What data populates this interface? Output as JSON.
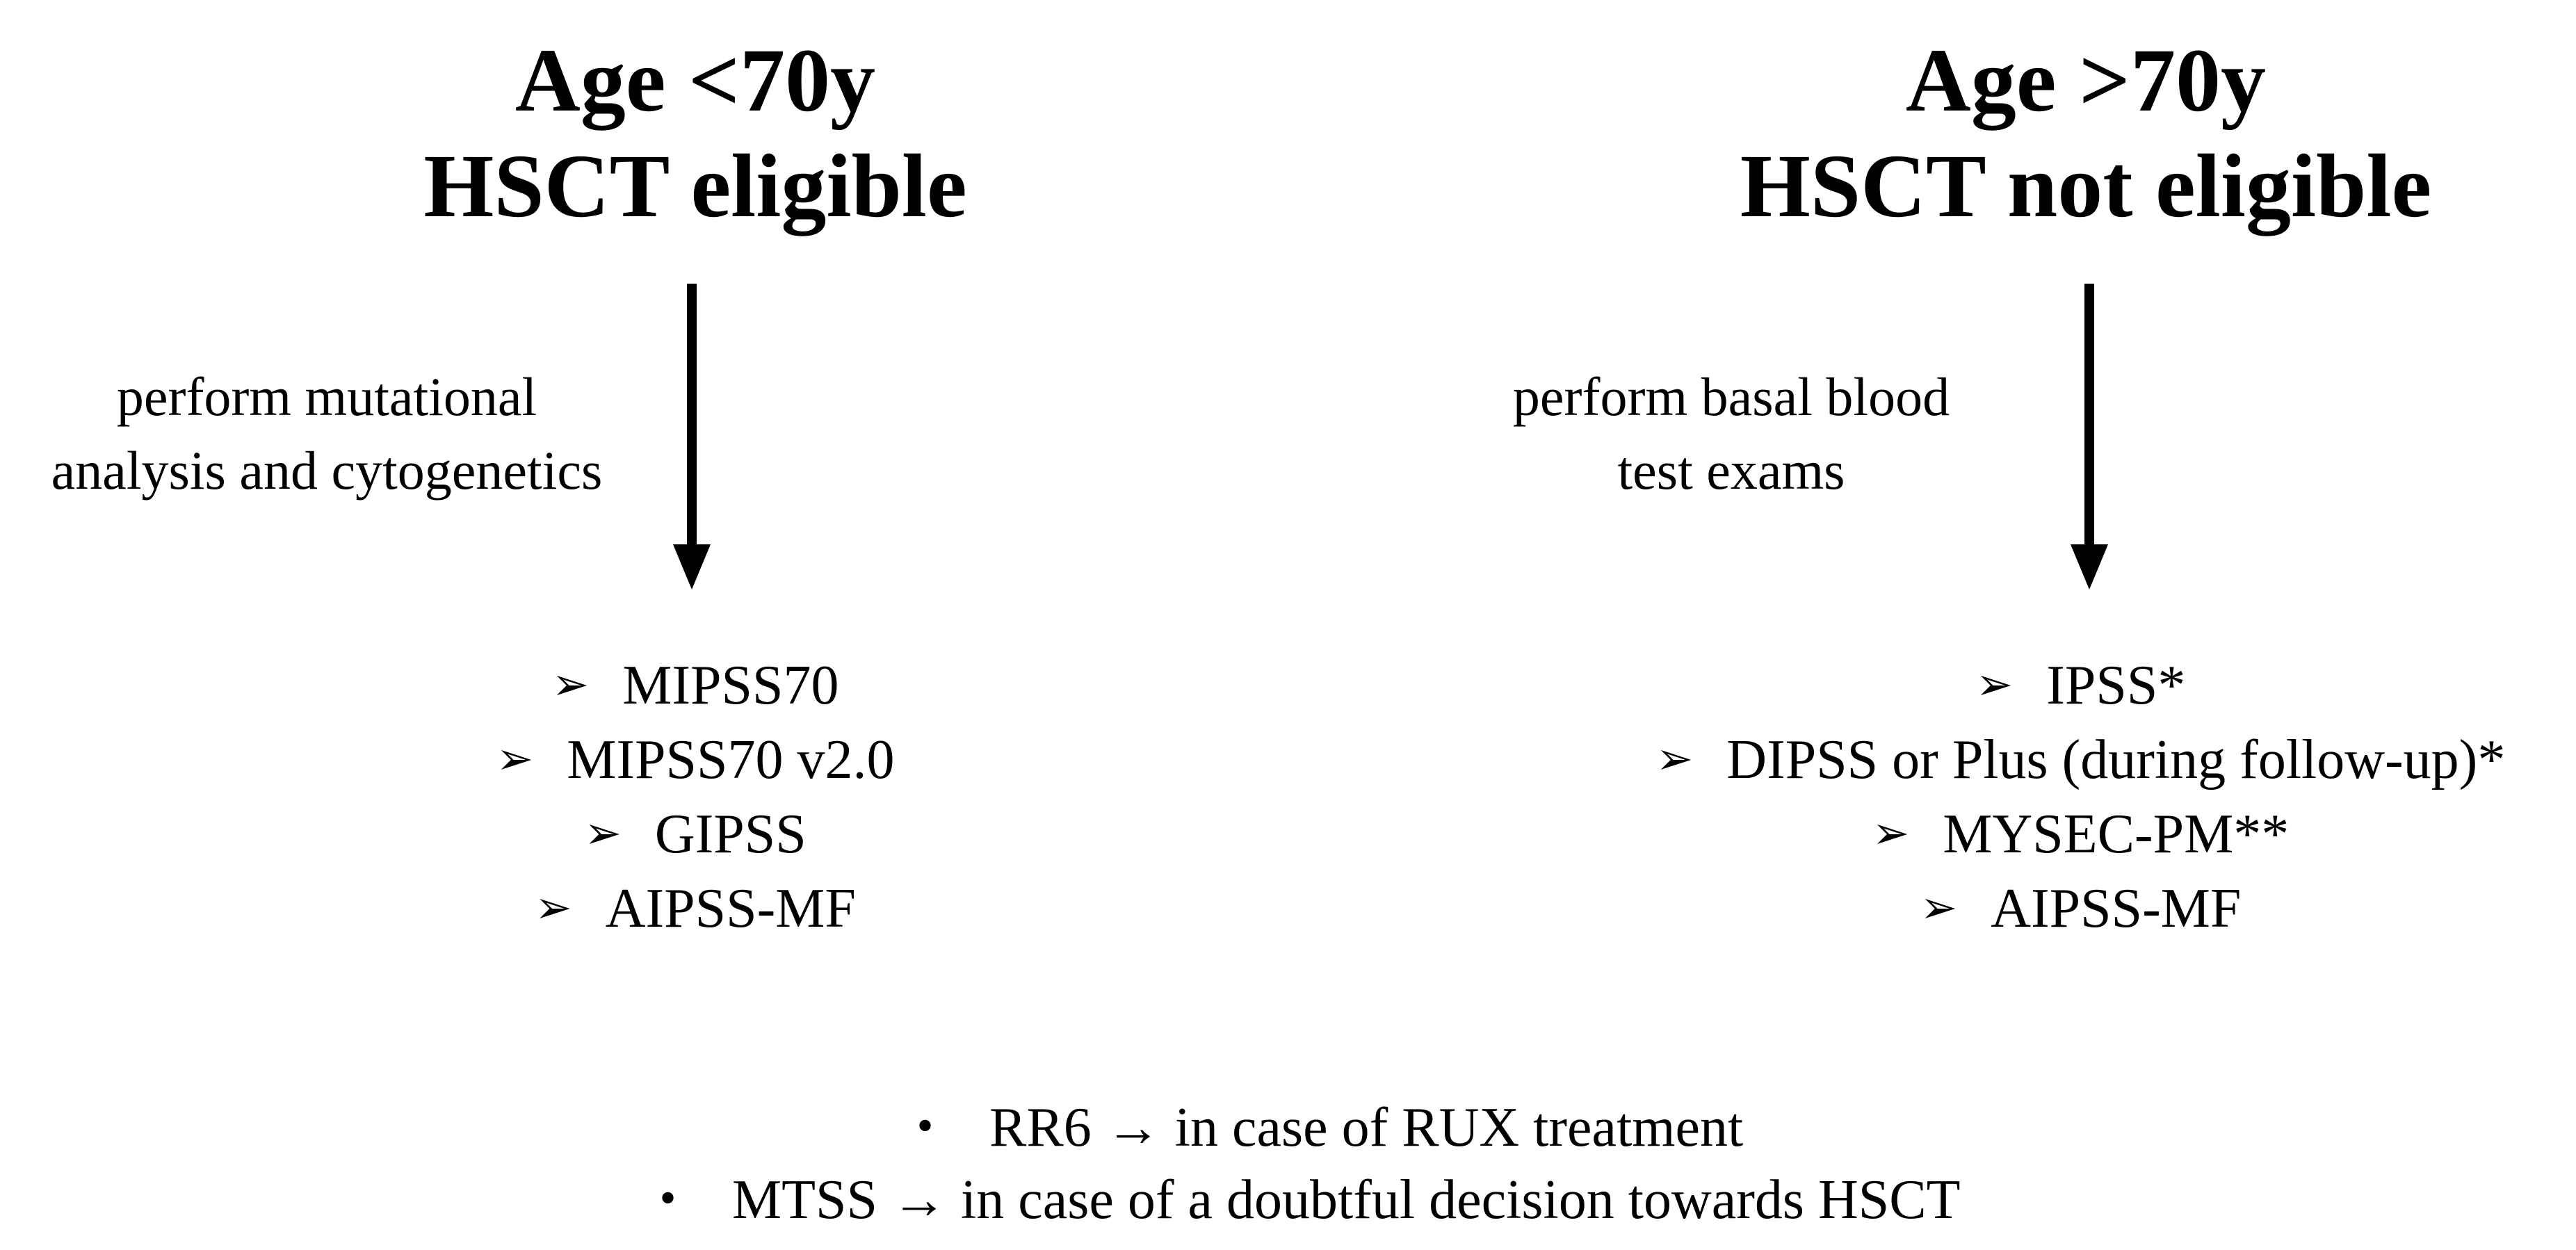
{
  "left_branch": {
    "title_line1": "Age <70y",
    "title_line2": "HSCT eligible",
    "arrow_note_line1": "perform mutational",
    "arrow_note_line2": "analysis and cytogenetics",
    "marker": "➢",
    "scores": [
      "MIPSS70",
      "MIPSS70 v2.0",
      "GIPSS",
      "AIPSS-MF"
    ]
  },
  "right_branch": {
    "title_line1": "Age >70y",
    "title_line2": "HSCT not eligible",
    "arrow_note_line1": "perform basal blood",
    "arrow_note_line2": "test exams",
    "marker": "➢",
    "scores": [
      "IPSS*",
      "DIPSS or Plus (during follow-up)*",
      "MYSEC-PM**",
      "AIPSS-MF"
    ]
  },
  "bottom_notes": {
    "bullet": "•",
    "items": [
      "RR6 → in case of RUX treatment",
      "MTSS → in case of a doubtful decision towards HSCT"
    ]
  },
  "colors": {
    "text": "#000000",
    "background": "#ffffff"
  }
}
